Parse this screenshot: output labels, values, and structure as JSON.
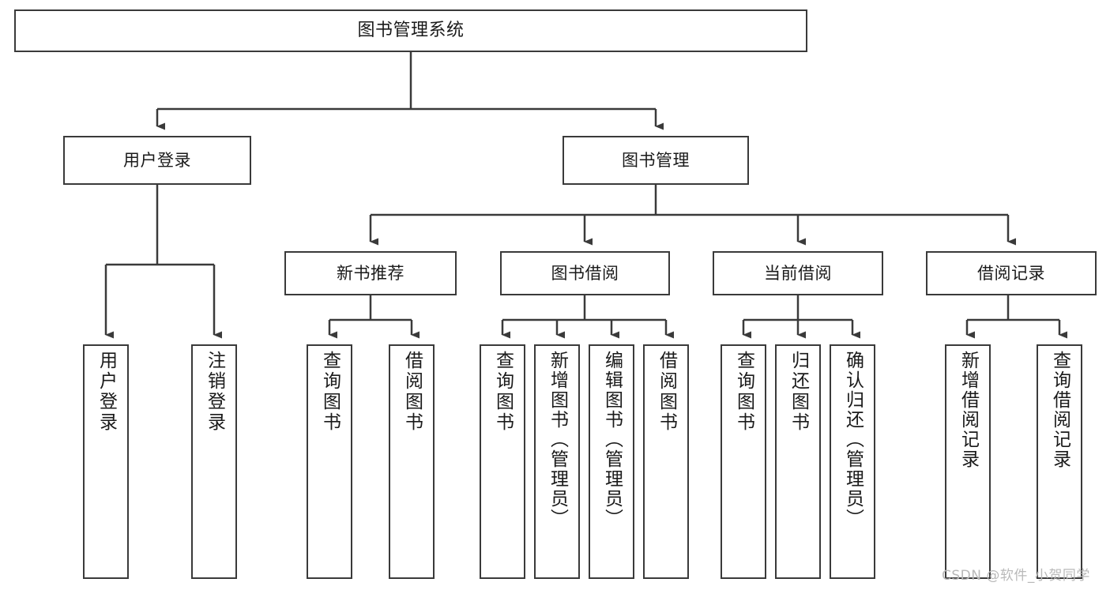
{
  "diagram": {
    "title": "图书管理系统",
    "type": "hierarchy-tree",
    "colors": {
      "background": "#ffffff",
      "box_border": "#3a3a3a",
      "box_fill": "#ffffff",
      "connector": "#3a3a3a",
      "text": "#1a1a1a",
      "watermark": "#b9b9b9"
    },
    "root": {
      "label": "图书管理系统"
    },
    "level2": [
      {
        "label": "用户登录"
      },
      {
        "label": "图书管理"
      }
    ],
    "level3": [
      {
        "label": "新书推荐"
      },
      {
        "label": "图书借阅"
      },
      {
        "label": "当前借阅"
      },
      {
        "label": "借阅记录"
      }
    ],
    "leaves": {
      "user_login": [
        {
          "label": "用户登录"
        },
        {
          "label": "注销登录"
        }
      ],
      "new_book_recommend": [
        {
          "label": "查询图书"
        },
        {
          "label": "借阅图书"
        }
      ],
      "book_borrow": [
        {
          "label": "查询图书"
        },
        {
          "label": "新增图书（管理员）"
        },
        {
          "label": "编辑图书（管理员）"
        },
        {
          "label": "借阅图书"
        }
      ],
      "current_borrow": [
        {
          "label": "查询图书"
        },
        {
          "label": "归还图书"
        },
        {
          "label": "确认归还（管理员）"
        }
      ],
      "borrow_record": [
        {
          "label": "新增借阅记录"
        },
        {
          "label": "查询借阅记录"
        }
      ]
    },
    "watermark": "CSDN @软件_小贺同学"
  }
}
